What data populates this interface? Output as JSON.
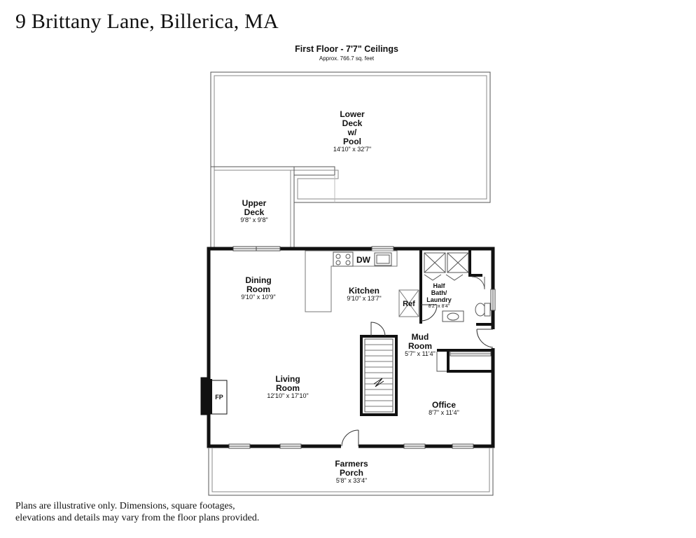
{
  "listing": {
    "title": "9 Brittany Lane, Billerica, MA",
    "disclaimer_line1": "Plans are illustrative only. Dimensions, square footages,",
    "disclaimer_line2": "elevations and details may vary from the floor plans provided."
  },
  "floor": {
    "heading": "First Floor - 7'7\" Ceilings",
    "area": "Approx. 766.7 sq. feet"
  },
  "rooms": {
    "lower_deck": {
      "line1": "Lower",
      "line2": "Deck",
      "line3": "w/",
      "line4": "Pool",
      "dims": "14'10\" x 32'7\""
    },
    "upper_deck": {
      "line1": "Upper",
      "line2": "Deck",
      "dims": "9'8\" x 9'8\""
    },
    "dining": {
      "line1": "Dining",
      "line2": "Room",
      "dims": "9'10\" x 10'9\""
    },
    "kitchen": {
      "line1": "Kitchen",
      "dims": "9'10\" x 13'7\""
    },
    "half_bath": {
      "line1": "Half",
      "line2": "Bath/",
      "line3": "Laundry",
      "dims": "8'2\" x 8'4\""
    },
    "mud_room": {
      "line1": "Mud",
      "line2": "Room",
      "dims": "5'7\" x 11'4\""
    },
    "living": {
      "line1": "Living",
      "line2": "Room",
      "dims": "12'10\" x 17'10\""
    },
    "office": {
      "line1": "Office",
      "dims": "8'7\" x 11'4\""
    },
    "porch": {
      "line1": "Farmers",
      "line2": "Porch",
      "dims": "5'8\" x 33'4\""
    }
  },
  "fixtures": {
    "dishwasher": "DW",
    "refrigerator": "Ref",
    "fireplace": "FP"
  }
}
